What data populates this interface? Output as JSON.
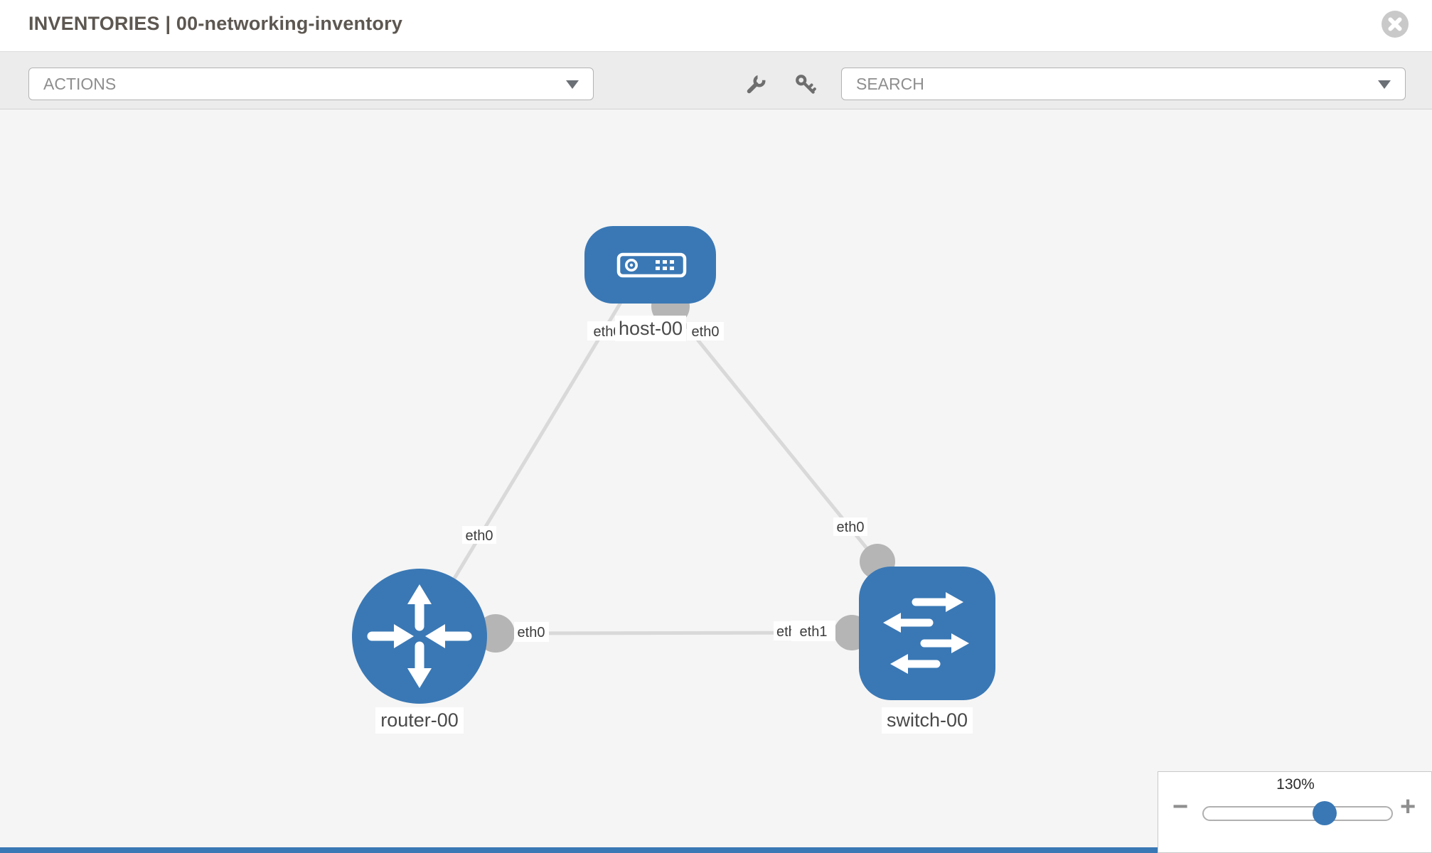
{
  "header": {
    "title": "INVENTORIES | 00-networking-inventory",
    "close_icon": "x-circle"
  },
  "toolbar": {
    "actions_label": "ACTIONS",
    "search_label": "SEARCH",
    "icons": [
      "wrench",
      "key"
    ]
  },
  "topology": {
    "nodes": [
      {
        "id": "host-00",
        "kind": "host",
        "label": "host-00"
      },
      {
        "id": "router-00",
        "kind": "router",
        "label": "router-00"
      },
      {
        "id": "switch-00",
        "kind": "switch",
        "label": "switch-00"
      }
    ],
    "links": [
      {
        "a": "host-00",
        "a_if": "eth0",
        "b": "router-00",
        "b_if": "eth0"
      },
      {
        "a": "host-00",
        "a_if": "eth0",
        "b": "switch-00",
        "b_if": "eth0"
      },
      {
        "a": "router-00",
        "a_if": "eth0",
        "b": "switch-00",
        "b_if": "eth1"
      }
    ],
    "mid_link_overlap": {
      "back": "eth0",
      "front": "eth1"
    }
  },
  "zoom": {
    "level": "130%",
    "zoom_out": "−",
    "zoom_in": "+"
  },
  "colors": {
    "node_blue": "#3a78b5",
    "link_gray": "#d9d9d9",
    "connector_gray": "#b5b5b5",
    "canvas_bg": "#f5f5f5",
    "toolbar_bg": "#ececec",
    "bottom_strip_blue": "#3a78b5",
    "slider_handle_blue": "#3a78b5"
  }
}
